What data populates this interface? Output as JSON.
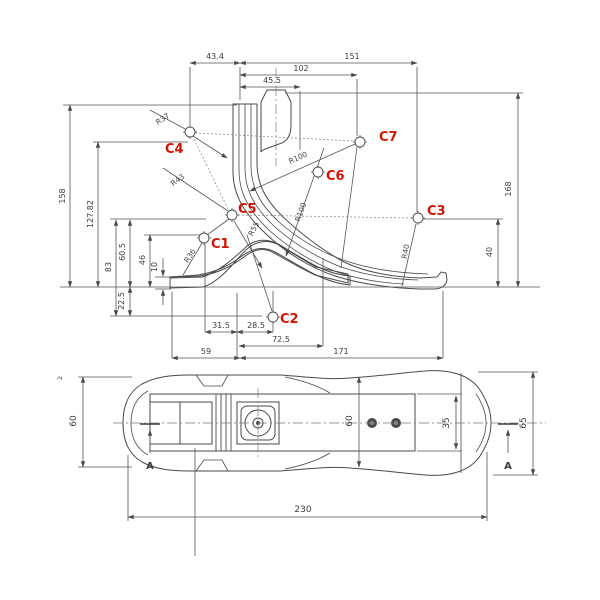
{
  "colors": {
    "line": "#4a4a4a",
    "dimension": "#555555",
    "point_label": "#cc1505",
    "background": "#ffffff"
  },
  "side_view": {
    "h_dims": {
      "d434": "43.4",
      "d151": "151",
      "d102": "102",
      "d455": "45.5",
      "d315": "31.5",
      "d285": "28.5",
      "d725": "72.5",
      "d59": "59",
      "d171": "171"
    },
    "v_dims": {
      "d158": "158",
      "d12782": "127.82",
      "d83": "83",
      "d605": "60.5",
      "d46": "46",
      "d10": "10",
      "d225": "22.5",
      "d40": "40",
      "d168": "168"
    },
    "radii": {
      "r37": "R37",
      "r43": "R43",
      "r100a": "R100",
      "r100b": "R100",
      "r55": "R55",
      "r36": "R36",
      "r40": "R40"
    },
    "points": {
      "c1": "C1",
      "c2": "C2",
      "c3": "C3",
      "c4": "C4",
      "c5": "C5",
      "c6": "C6",
      "c7": "C7"
    }
  },
  "plan_view": {
    "dims": {
      "heel_width": "60",
      "waist_width": "60",
      "plate_width": "35",
      "toe_width": "65",
      "length": "230"
    },
    "section": {
      "label_left": "A",
      "label_right": "A"
    },
    "note": "2"
  }
}
